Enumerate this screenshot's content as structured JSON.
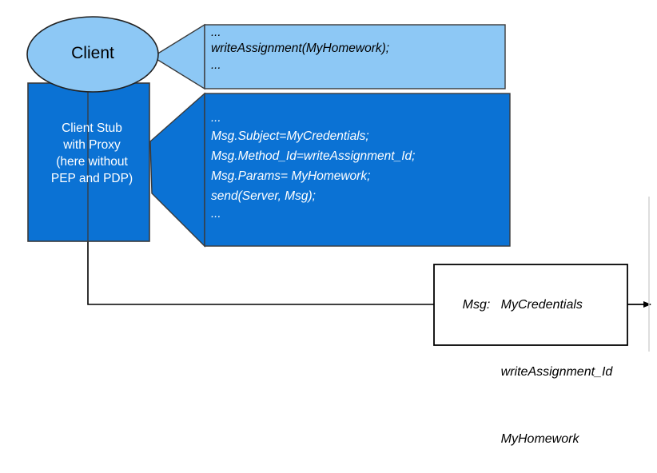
{
  "diagram": {
    "title": "Client stub message construction",
    "colors": {
      "light_blue": "#8DC8F5",
      "dark_blue": "#0B72D4",
      "outline": "#3A3A3A",
      "text_dark": "#000000",
      "text_light": "#FFFFFF",
      "background": "#FFFFFF"
    },
    "client_node": {
      "label": "Client",
      "shape": "ellipse"
    },
    "stub_node": {
      "shape": "cylinder",
      "lines": [
        "Client Stub",
        "with Proxy",
        "(here without",
        "PEP and PDP)"
      ]
    },
    "callout_application_code": {
      "shape": "callout-box",
      "fill": "#8DC8F5",
      "lines": [
        "...",
        "writeAssignment(MyHomework);",
        "..."
      ]
    },
    "callout_stub_code": {
      "shape": "callout-box",
      "fill": "#0B72D4",
      "lines": [
        "...",
        "Msg.Subject=MyCredentials;",
        "Msg.Method_Id=writeAssignment_Id;",
        "Msg.Params= MyHomework;",
        "send(Server, Msg);",
        "..."
      ]
    },
    "message_box": {
      "shape": "rectangle",
      "key_label": "Msg:",
      "values": [
        "MyCredentials",
        "writeAssignment_Id",
        "MyHomework"
      ]
    },
    "connector": {
      "from": "stub-node",
      "to": "message-box",
      "style": "elbow-line",
      "arrow_label": ""
    },
    "outgoing_arrow": {
      "from": "message-box",
      "direction": "right",
      "style": "arrow"
    }
  }
}
